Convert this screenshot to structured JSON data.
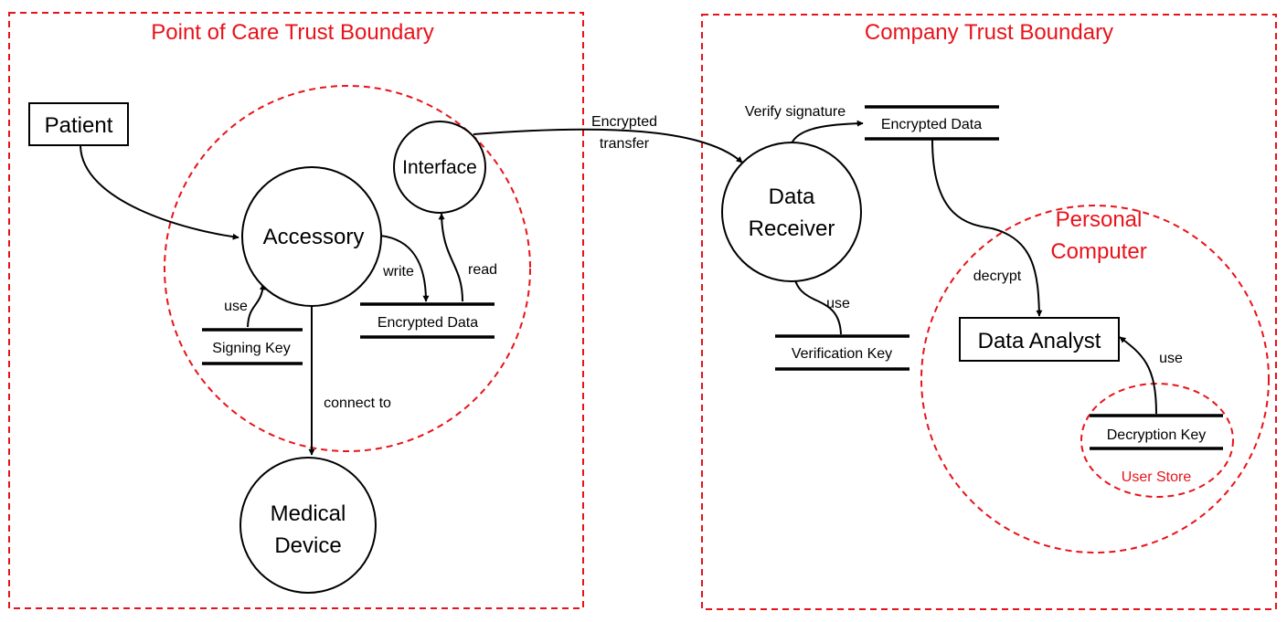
{
  "boundaries": {
    "point_of_care": "Point of Care Trust Boundary",
    "company": "Company Trust Boundary",
    "personal_computer_line1": "Personal",
    "personal_computer_line2": "Computer",
    "user_store": "User Store"
  },
  "entities": {
    "patient": "Patient",
    "data_analyst": "Data Analyst"
  },
  "processes": {
    "accessory": "Accessory",
    "interface": "Interface",
    "medical_device_line1": "Medical",
    "medical_device_line2": "Device",
    "data_receiver_line1": "Data",
    "data_receiver_line2": "Receiver"
  },
  "stores": {
    "signing_key": "Signing Key",
    "encrypted_data_local": "Encrypted Data",
    "encrypted_data_company": "Encrypted Data",
    "verification_key": "Verification Key",
    "decryption_key": "Decryption Key"
  },
  "flows": {
    "use_signing": "use",
    "write": "write",
    "read": "read",
    "connect_to": "connect to",
    "transfer_line1": "Encrypted",
    "transfer_line2": "transfer",
    "verify_signature": "Verify signature",
    "use_verification": "use",
    "decrypt": "decrypt",
    "use_decryption": "use"
  },
  "colors": {
    "boundary": "#e8131a",
    "stroke": "#000000",
    "background": "#ffffff"
  }
}
